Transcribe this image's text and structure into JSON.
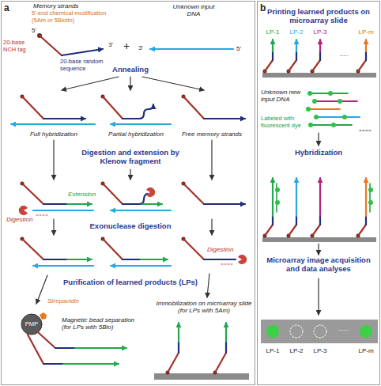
{
  "diagram": {
    "nodes": [
      {
        "text": [
          "a"
        ]
      },
      {
        "text": [
          "b"
        ]
      }
    ],
    "labels": [
      "Memory strands",
      "5'-end chemical modification (5Am or 5Biotin)",
      "5'",
      "20-base NCH tag",
      "20-base random sequence",
      "3'",
      "+",
      "Unknown input DNA",
      "3'",
      "5'",
      "Annealing",
      "Full hybridization",
      "Partial hybridization",
      "Free memory strands",
      "Digestion and extension by Klenow fragment",
      "Digestion",
      "Extension",
      "Exonuclease digestion",
      "Digestion",
      "Purification of learned products (LPs)",
      "Strepavidin",
      "PMP",
      "Magnetic bead separation (for LPs with 5Bio)",
      "Immobilization on microarray slide (for LPs with 5Am)",
      "Printing learned products on microarray slide",
      "LP-1",
      "LP-2",
      "LP-3",
      ".....",
      "LP-m",
      "Unknown new input DNA",
      "Labeled with fluorescent dye",
      "Hybridization",
      "Microarray image acquisition and data analyses",
      "LP-1",
      "LP-2",
      "LP-3",
      "......",
      "LP-m"
    ]
  }
}
